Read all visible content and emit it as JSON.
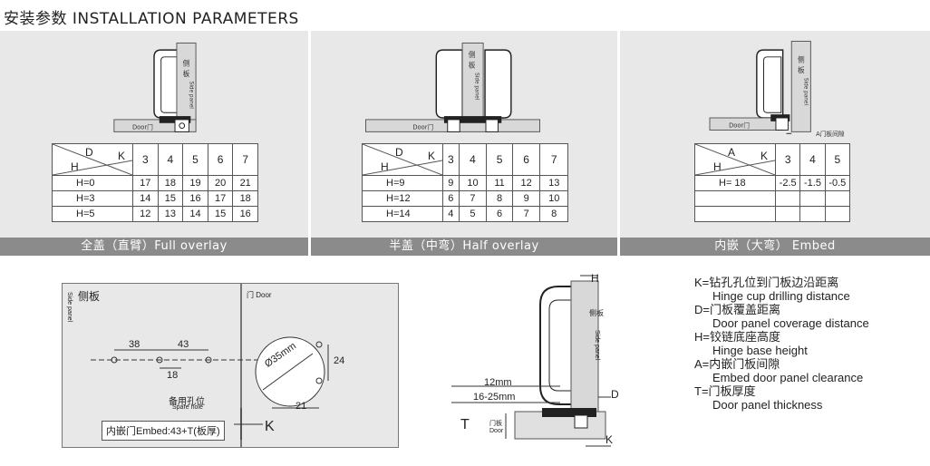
{
  "title": "安装参数  INSTALLATION PARAMETERS",
  "panels": [
    {
      "label": "全盖（直臂）Full overlay",
      "diagram": {
        "side_panel": "侧板 Side panel",
        "door": "Door门"
      },
      "corner": {
        "d": "D",
        "k": "K",
        "h": "H"
      },
      "cols": [
        "3",
        "4",
        "5",
        "6",
        "7"
      ],
      "rows": [
        {
          "h": "H=0",
          "v": [
            "17",
            "18",
            "19",
            "20",
            "21"
          ]
        },
        {
          "h": "H=3",
          "v": [
            "14",
            "15",
            "16",
            "17",
            "18"
          ]
        },
        {
          "h": "H=5",
          "v": [
            "12",
            "13",
            "14",
            "15",
            "16"
          ]
        }
      ]
    },
    {
      "label": "半盖（中弯）Half overlay",
      "diagram": {
        "side_panel": "侧板 Side panel",
        "door": "Door门"
      },
      "corner": {
        "d": "D",
        "k": "K",
        "h": "H"
      },
      "cols": [
        "3",
        "4",
        "5",
        "6",
        "7"
      ],
      "rows": [
        {
          "h": "H=9",
          "v": [
            "9",
            "10",
            "11",
            "12",
            "13"
          ]
        },
        {
          "h": "H=12",
          "v": [
            "6",
            "7",
            "8",
            "9",
            "10"
          ]
        },
        {
          "h": "H=14",
          "v": [
            "4",
            "5",
            "6",
            "7",
            "8"
          ]
        }
      ]
    },
    {
      "label": "内嵌（大弯） Embed",
      "diagram": {
        "side_panel": "侧板 Side panel",
        "door": "Door门",
        "gap": "A门板间隙"
      },
      "corner": {
        "d": "A",
        "k": "K",
        "h": "H"
      },
      "cols": [
        "3",
        "4",
        "5"
      ],
      "rows": [
        {
          "h": "H= 18",
          "v": [
            "-2.5",
            "-1.5",
            "-0.5"
          ]
        },
        {
          "h": "",
          "v": [
            "",
            "",
            ""
          ]
        },
        {
          "h": "",
          "v": [
            "",
            "",
            ""
          ]
        }
      ]
    }
  ],
  "drilling": {
    "side_panel_cn": "侧板",
    "side_panel_en": "Side panel",
    "door": "门 Door",
    "dim_38": "38",
    "dim_43": "43",
    "dim_18": "18",
    "dim_24": "24",
    "dim_21": "21",
    "diameter": "Ø35mm",
    "spare_cn": "备用孔位",
    "spare_en": "Spare hole",
    "embed_note": "内嵌门Embed:43+T(板厚)",
    "k": "K"
  },
  "section": {
    "h": "H",
    "d": "D",
    "k": "K",
    "t": "T",
    "dim_12": "12mm",
    "dim_16_25": "16-25mm",
    "door_cn": "门板",
    "door_en": "Door",
    "side_cn": "侧板",
    "side_en": "Side panel"
  },
  "legend": [
    {
      "cn": "K=钻孔孔位到门板边沿距离",
      "en": "Hinge cup drilling distance"
    },
    {
      "cn": "D=门板覆盖距离",
      "en": "Door panel coverage distance"
    },
    {
      "cn": "H=铰链底座高度",
      "en": "Hinge base height"
    },
    {
      "cn": "A=内嵌门板间隙",
      "en": "Embed door panel clearance"
    },
    {
      "cn": "T=门板厚度",
      "en": "Door panel thickness"
    }
  ]
}
